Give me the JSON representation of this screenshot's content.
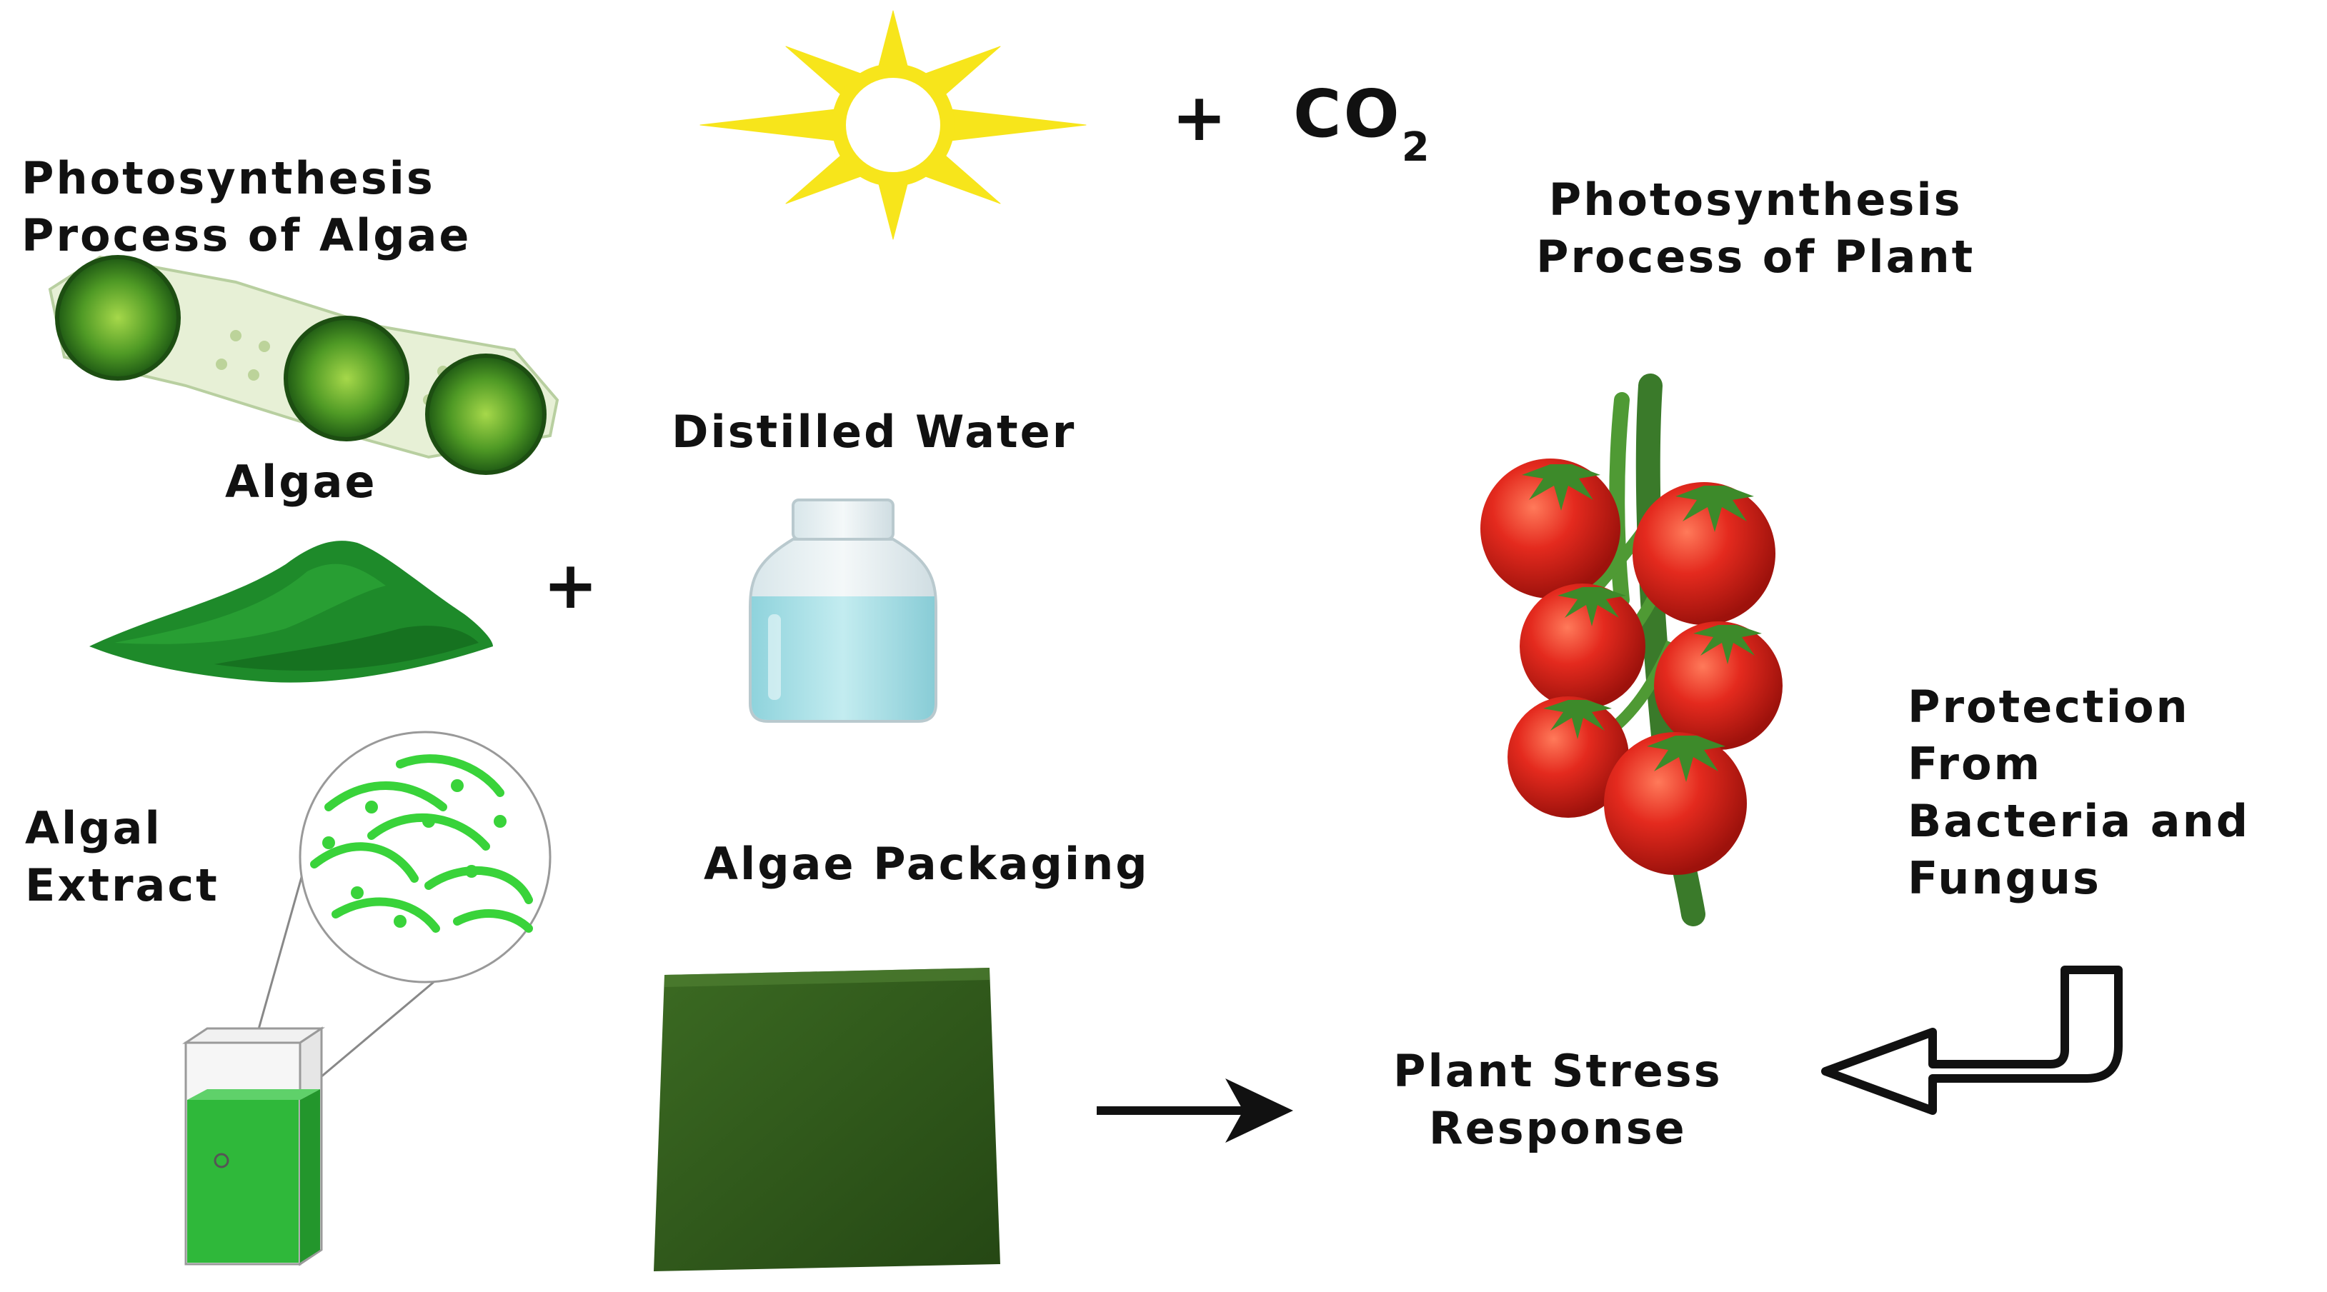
{
  "labels": {
    "algae_photosynthesis": [
      "Photosynthesis",
      "Process of Algae"
    ],
    "plant_photosynthesis": [
      "Photosynthesis",
      "Process of Plant"
    ],
    "algae": "Algae",
    "distilled_water": "Distilled Water",
    "algal_extract": [
      "Algal",
      "Extract"
    ],
    "algae_packaging": "Algae Packaging",
    "protection": [
      "Protection",
      "From",
      "Bacteria and",
      "Fungus"
    ],
    "plant_stress": [
      "Plant Stress",
      "Response"
    ],
    "plus": "+",
    "co2_main": "CO",
    "co2_sub": "2"
  },
  "colors": {
    "sun": "#f7e51b",
    "algae_dark": "#1f7a1d",
    "algae_light": "#8cc63f",
    "powder": "#1e8a2a",
    "bottle_water": "#a9e0e6",
    "cuvette_liquid": "#2fb83a",
    "packaging": "#2f5a1a",
    "tomato": "#d8201a",
    "stem": "#3a7a2a",
    "arrow": "#111111",
    "text": "#111111"
  },
  "icons": [
    "sun-icon",
    "algae-cells-icon",
    "algae-powder-icon",
    "water-bottle-icon",
    "microscope-zoom-icon",
    "cuvette-icon",
    "algae-package-icon",
    "tomato-vine-icon",
    "right-arrow-icon",
    "hook-arrow-icon"
  ]
}
